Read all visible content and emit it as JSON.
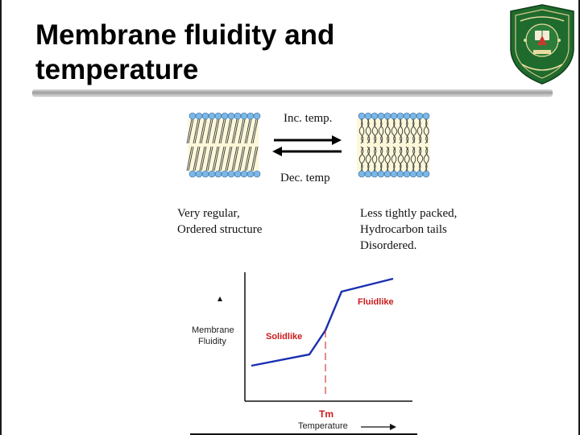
{
  "title": {
    "line1": "Membrane fluidity and",
    "line2": "temperature"
  },
  "logo": {
    "icon": "university-crest-icon",
    "color": "#1e6b2d"
  },
  "membrane_diagram": {
    "arrow_forward_label": "Inc. temp.",
    "arrow_back_label": "Dec. temp",
    "left_caption": [
      "Very regular,",
      "Ordered structure"
    ],
    "right_caption": [
      "Less tightly packed,",
      "Hydrocarbon tails",
      "Disordered."
    ],
    "head_color": "#7ab8e8"
  },
  "fluidity_graph": {
    "ylabel_line1": "Membrane",
    "ylabel_line2": "Fluidity",
    "xlabel": "Temperature",
    "solid_label": "Solidlike",
    "fluid_label": "Fluidlike",
    "tm_label": "Tm",
    "curve_color": "#1a2fb0",
    "label_color": "#cc1a1a"
  }
}
